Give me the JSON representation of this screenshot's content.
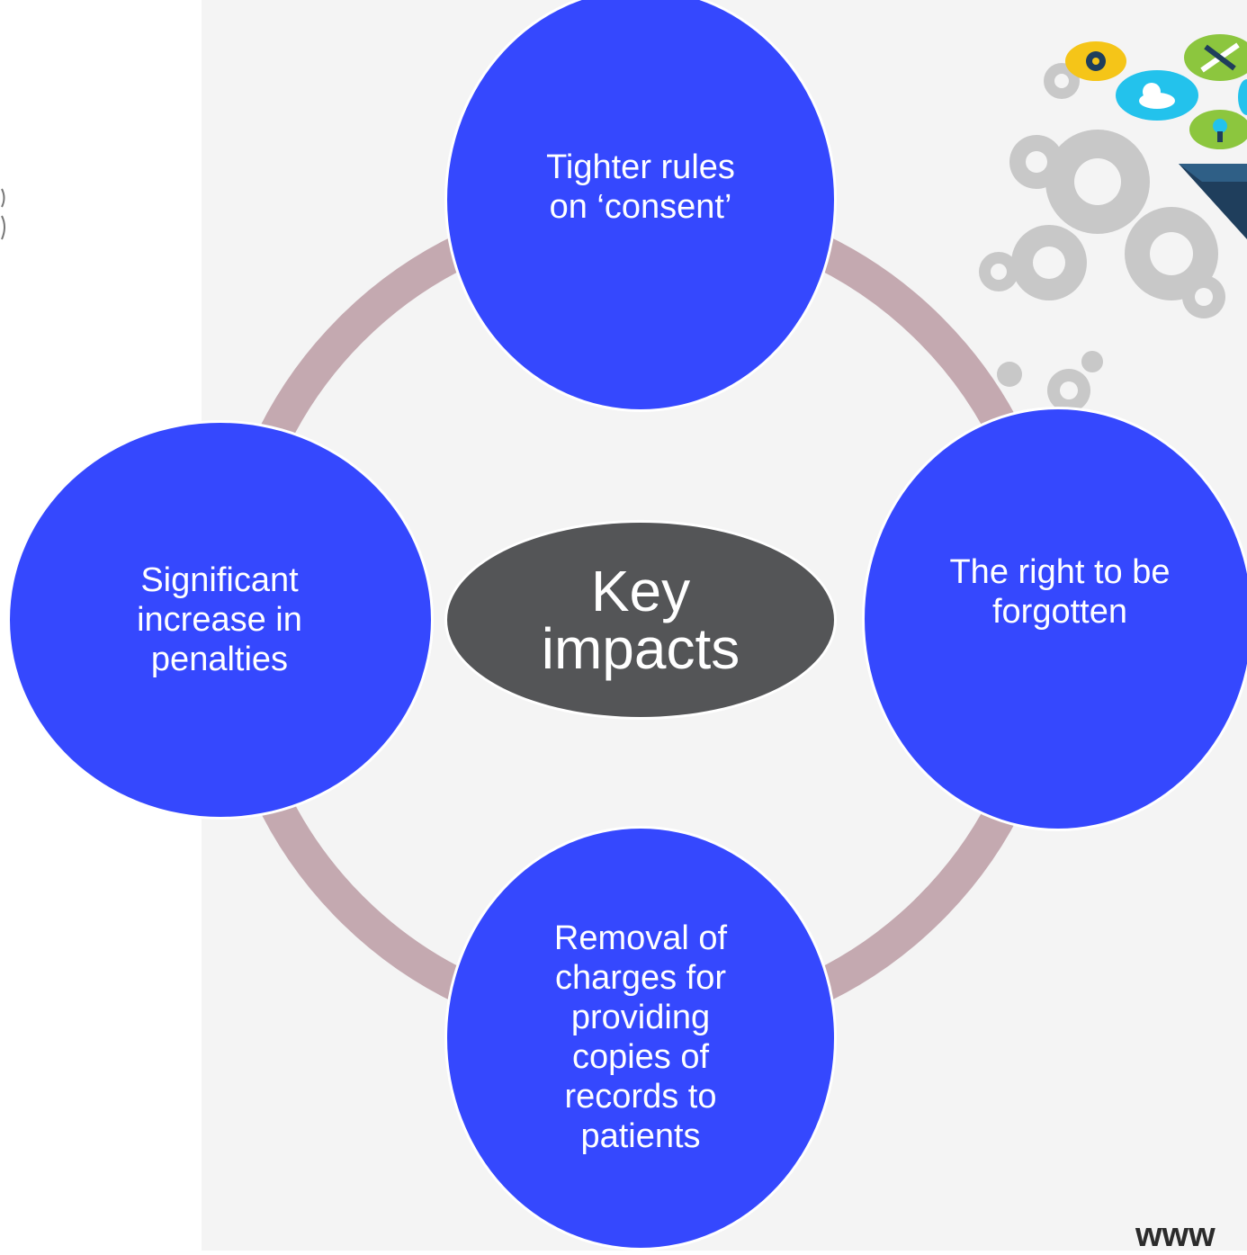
{
  "diagram": {
    "center": {
      "label_line1": "Key",
      "label_line2": "impacts"
    },
    "nodes": {
      "top": {
        "lines": [
          "Tighter rules",
          "on ‘consent’"
        ]
      },
      "right": {
        "lines": [
          "The right to be",
          "forgotten"
        ]
      },
      "bottom": {
        "lines": [
          "Removal of",
          "charges for",
          "providing",
          "copies of",
          "records to",
          "patients"
        ]
      },
      "left": {
        "lines": [
          "Significant",
          "increase in",
          "penalties"
        ]
      }
    }
  },
  "footer": {
    "text": "www"
  },
  "colors": {
    "node": "#3548fe",
    "center": "#545557",
    "ring": "#c4a9b0",
    "panel": "#f4f4f4"
  },
  "decorations": [
    "gear-cluster-icon",
    "settings-gear-icon",
    "cloud-icon",
    "tools-icon",
    "search-icon"
  ]
}
